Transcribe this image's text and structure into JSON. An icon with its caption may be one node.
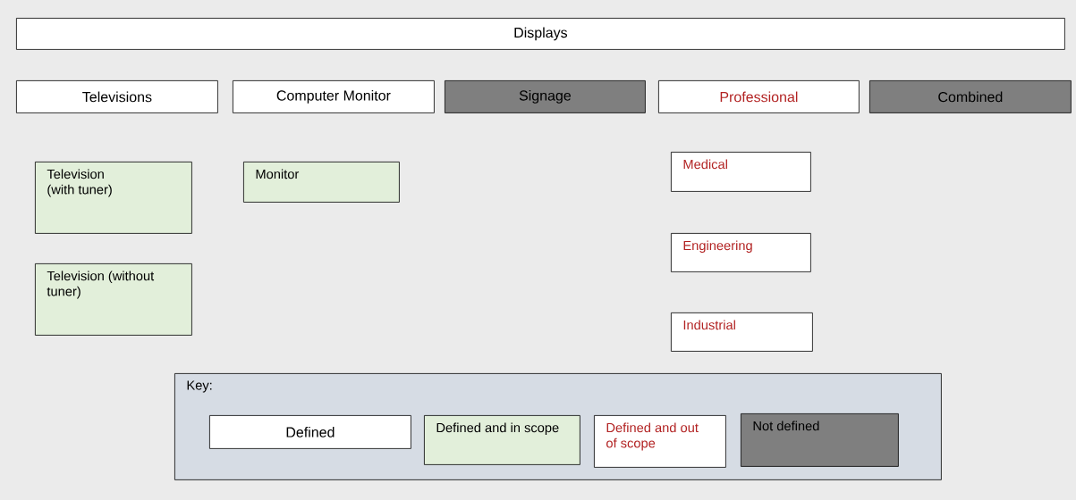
{
  "diagram": {
    "nodes": [
      {
        "text": [
          "Displays"
        ]
      },
      {
        "text": [
          "Televisions"
        ]
      },
      {
        "text": [
          "Computer Monitor"
        ]
      },
      {
        "text": [
          "Signage"
        ]
      },
      {
        "text": [
          "Professional"
        ]
      },
      {
        "text": [
          "Combined"
        ]
      },
      {
        "text": [
          "Television (with tuner)"
        ]
      },
      {
        "text": [
          "Television (without tuner)"
        ]
      },
      {
        "text": [
          "Monitor"
        ]
      },
      {
        "text": [
          "Medical"
        ]
      },
      {
        "text": [
          "Engineering"
        ]
      },
      {
        "text": [
          "Industrial"
        ]
      },
      {
        "text": [
          "Key:"
        ]
      }
    ],
    "legend": [
      {
        "text": "Defined",
        "color": "#ffffff"
      },
      {
        "text": "Defined and in scope",
        "color": "#e2efda"
      },
      {
        "text": "Defined and out of scope",
        "color": "#ffffff"
      },
      {
        "text": "Not defined",
        "color": "#7f7f7f"
      }
    ]
  }
}
